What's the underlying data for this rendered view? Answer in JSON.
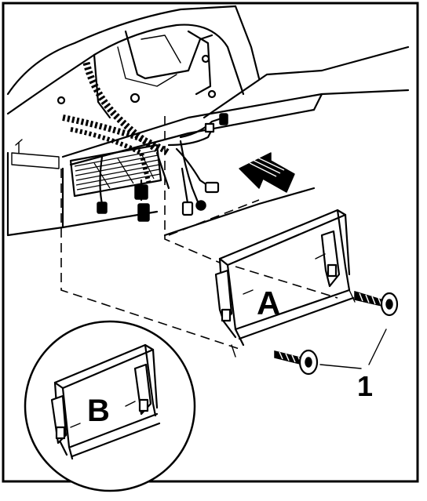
{
  "labels": {
    "bracket_a": "A",
    "bracket_b": "B",
    "screws_callout": "1"
  },
  "colors": {
    "ink": "#000000",
    "paper": "#ffffff"
  },
  "icons": {
    "arrow": "installation-direction-arrow"
  }
}
